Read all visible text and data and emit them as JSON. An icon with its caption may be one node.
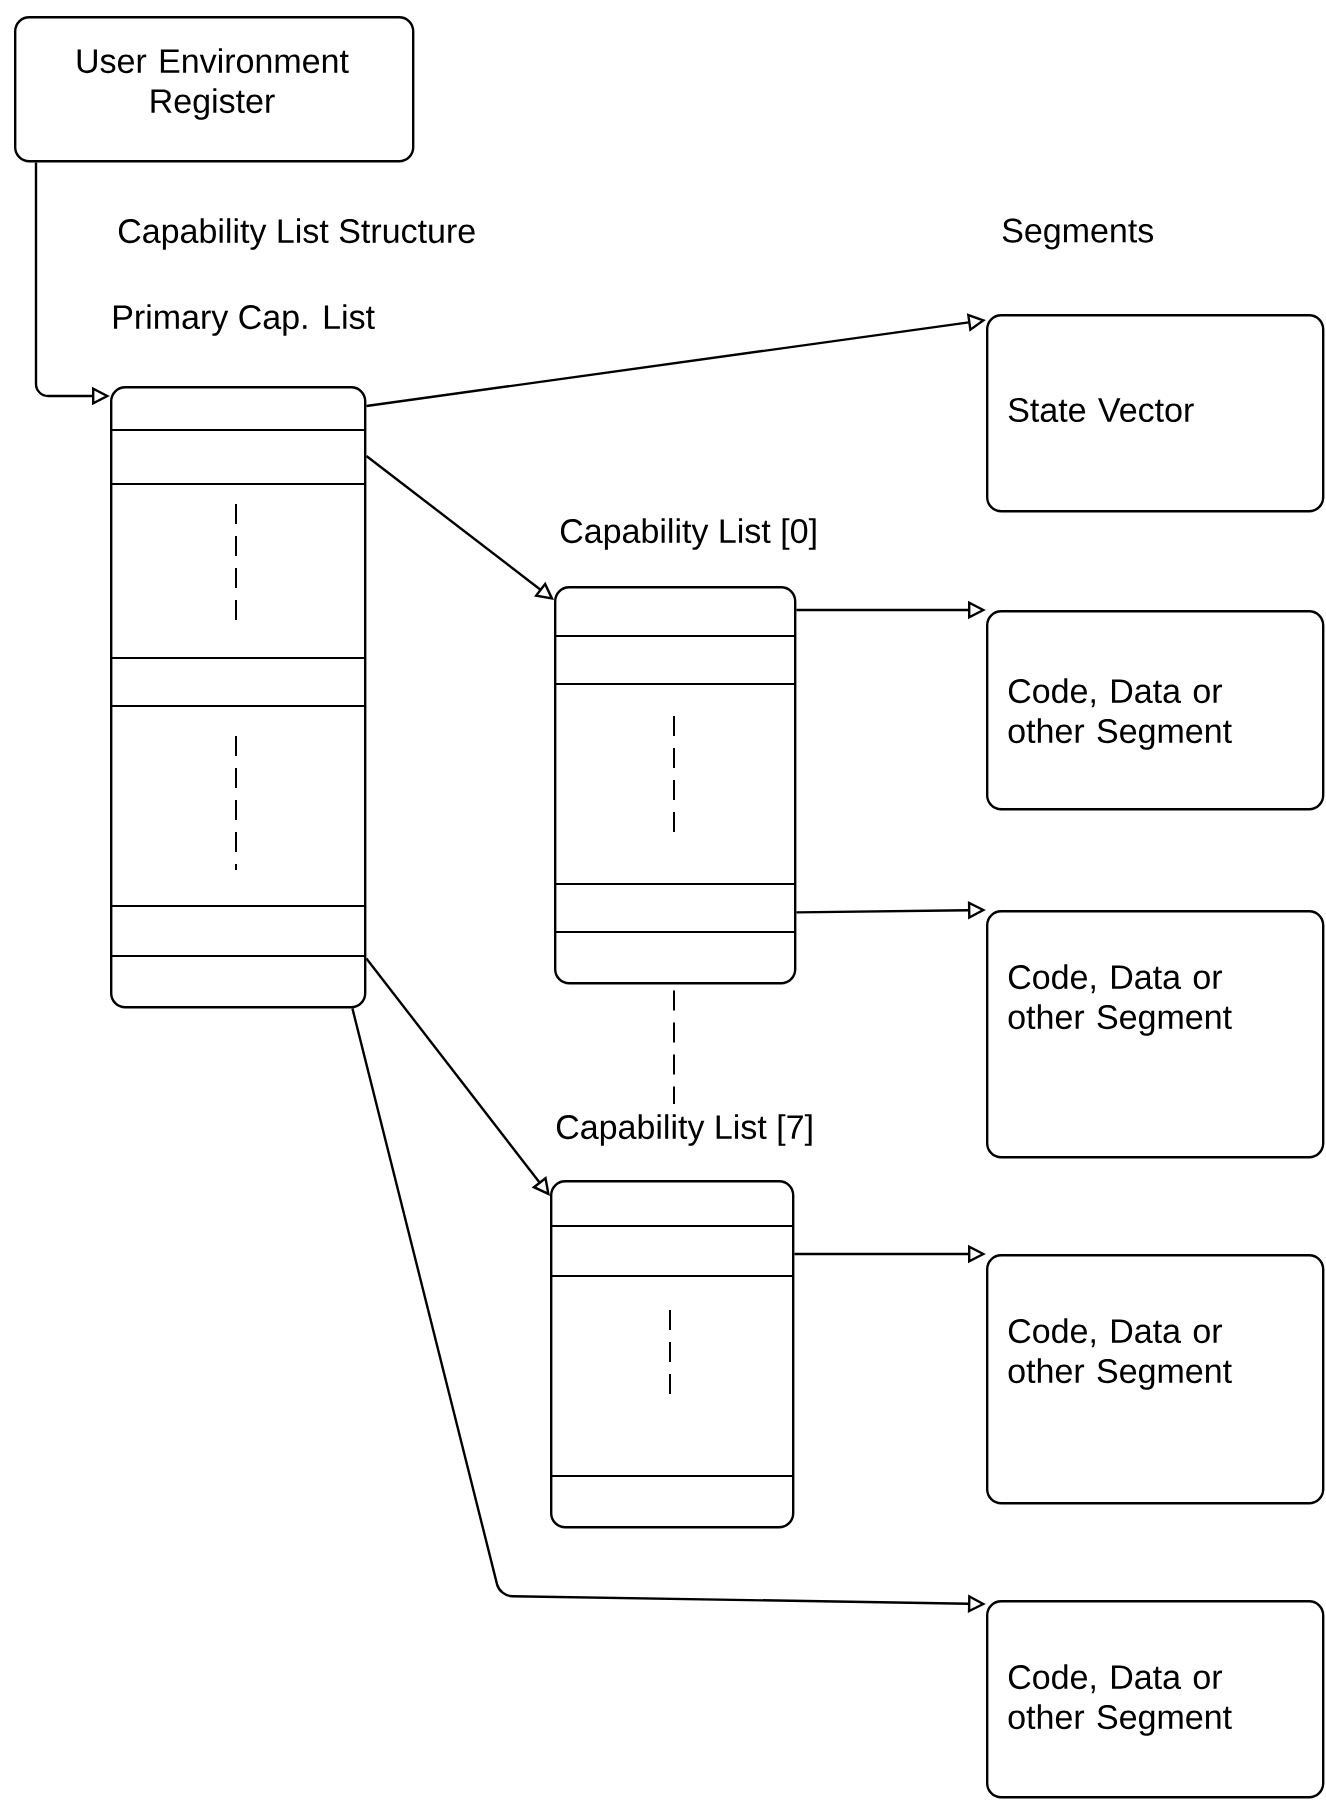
{
  "diagram": {
    "nodes": [
      {
        "text": [
          "User Environment Register"
        ]
      },
      {
        "text": [
          "Primary Cap. List"
        ]
      },
      {
        "text": [
          "Capability List [0]"
        ]
      },
      {
        "text": [
          "Capability List [7]"
        ]
      },
      {
        "text": [
          "State Vector"
        ]
      },
      {
        "text": [
          "Code, Data or other Segment"
        ]
      },
      {
        "text": [
          "Code, Data or other Segment"
        ]
      },
      {
        "text": [
          "Code, Data or other Segment"
        ]
      },
      {
        "text": [
          "Code, Data or other Segment"
        ]
      }
    ],
    "edges": [
      {
        "from": 0,
        "to": 1,
        "arrow": "to"
      },
      {
        "from": 1,
        "to": 4,
        "arrow": "to"
      },
      {
        "from": 1,
        "to": 2,
        "arrow": "to"
      },
      {
        "from": 1,
        "to": 3,
        "arrow": "to"
      },
      {
        "from": 1,
        "to": 8,
        "arrow": "to"
      },
      {
        "from": 2,
        "to": 5,
        "arrow": "to"
      },
      {
        "from": 2,
        "to": 6,
        "arrow": "to"
      },
      {
        "from": 3,
        "to": 7,
        "arrow": "to"
      },
      {
        "from": 2,
        "to": 3,
        "arrow": "none",
        "style": "dashed"
      }
    ],
    "labels": [
      "Capability List Structure",
      "Segments"
    ]
  }
}
